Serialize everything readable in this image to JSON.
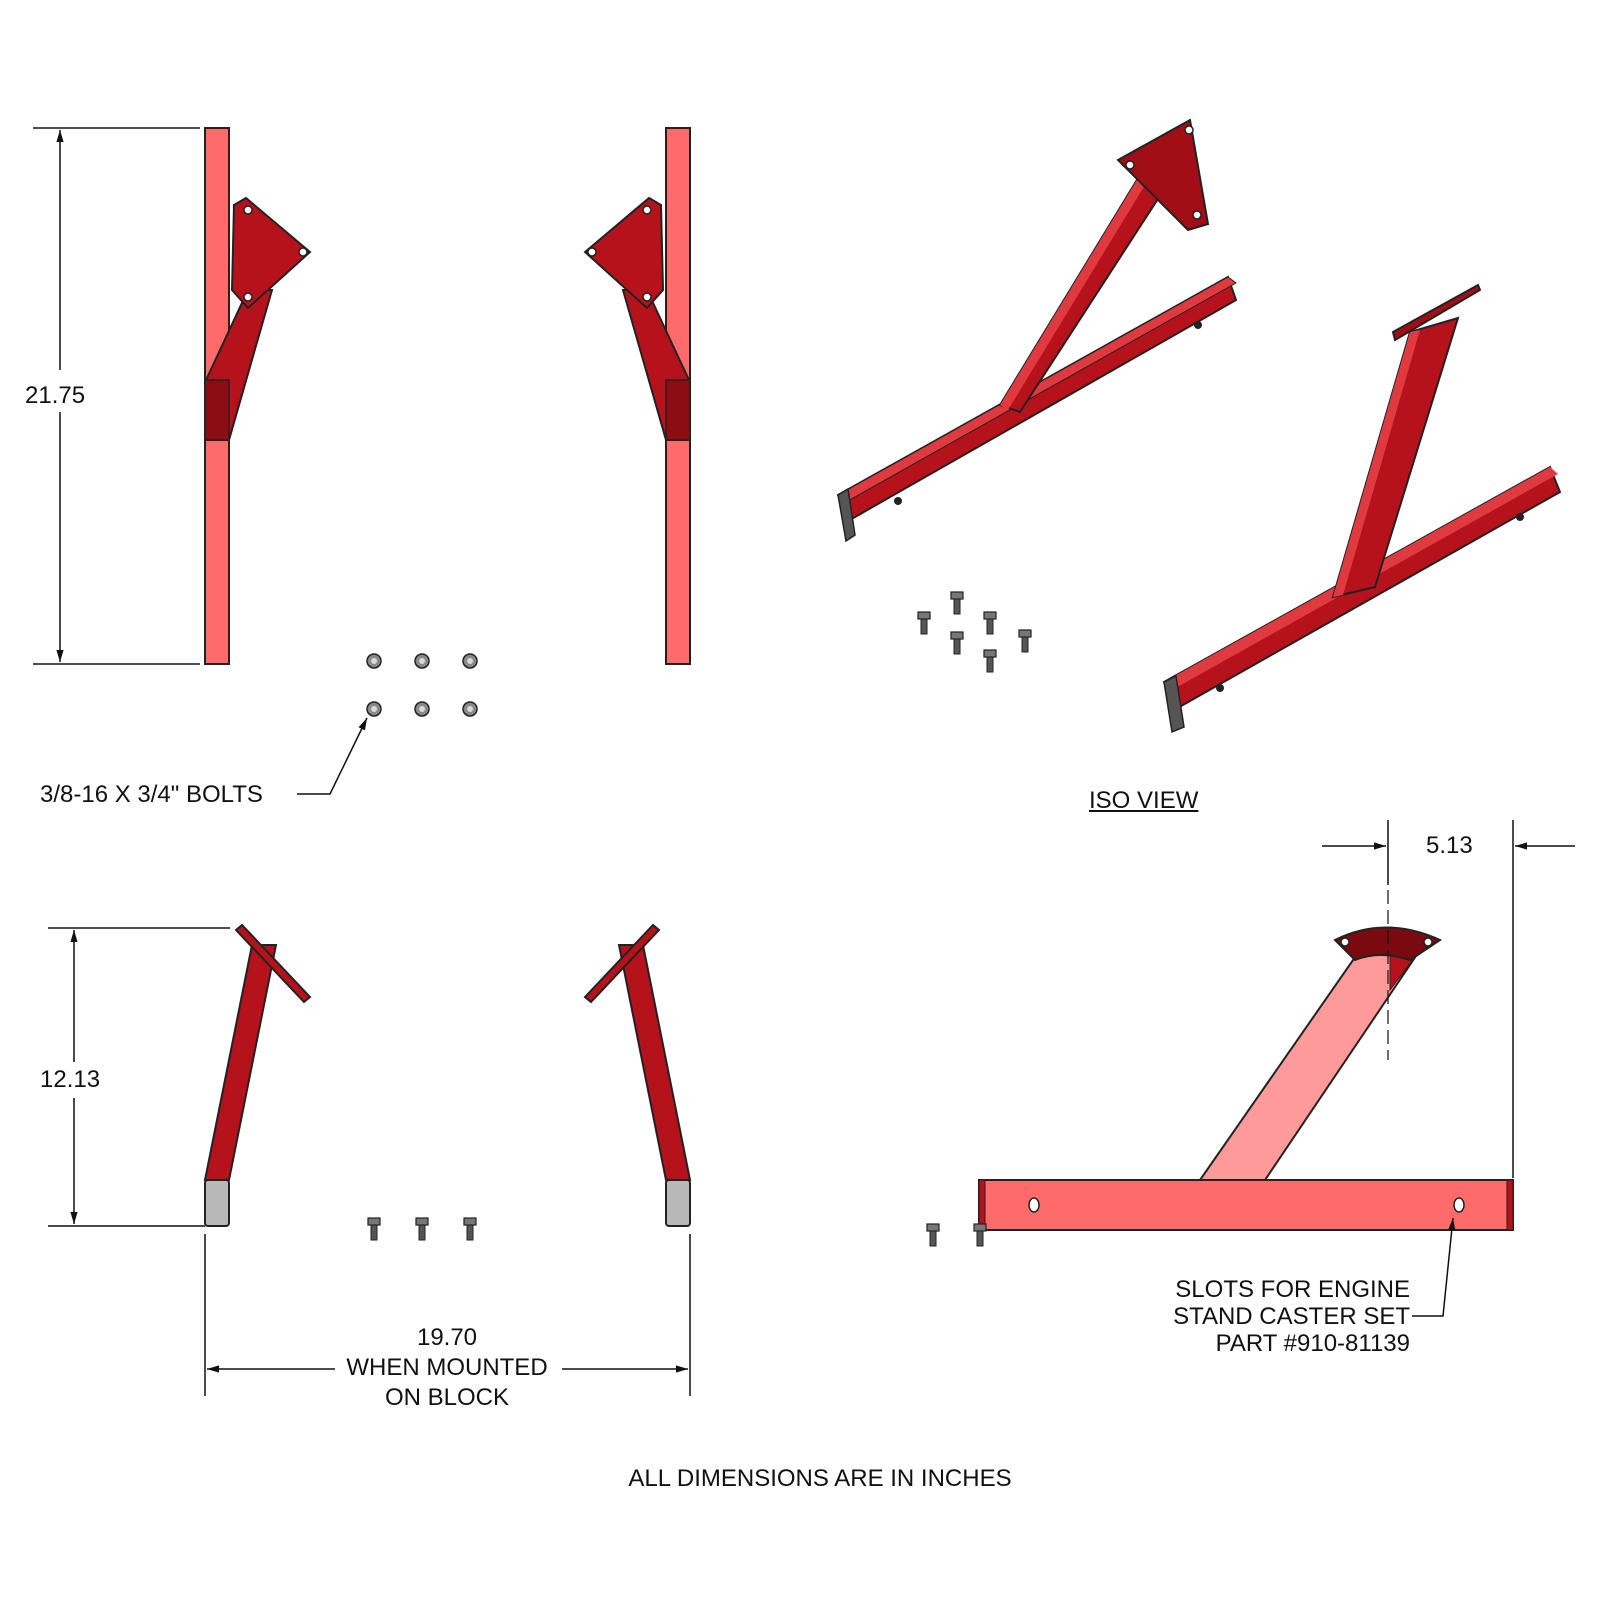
{
  "dimensions": {
    "height_front": "21.75",
    "height_side": "12.13",
    "offset_iso": "5.13",
    "width_value": "19.70",
    "width_note_1": "WHEN MOUNTED",
    "width_note_2": "ON BLOCK"
  },
  "callouts": {
    "bolts": "3/8-16 X 3/4\" BOLTS",
    "slots_line1": "SLOTS FOR ENGINE",
    "slots_line2": "STAND CASTER SET",
    "slots_line3": "PART #910-81139"
  },
  "view_labels": {
    "iso": "ISO VIEW"
  },
  "footer_note": "ALL DIMENSIONS ARE IN INCHES",
  "colors": {
    "steel_dark": "#b5121b",
    "steel_light": "#ff6b6b",
    "steel_deep": "#7a0a10",
    "end_cap": "#b8b8b8",
    "bolt": "#6a6a6a"
  }
}
